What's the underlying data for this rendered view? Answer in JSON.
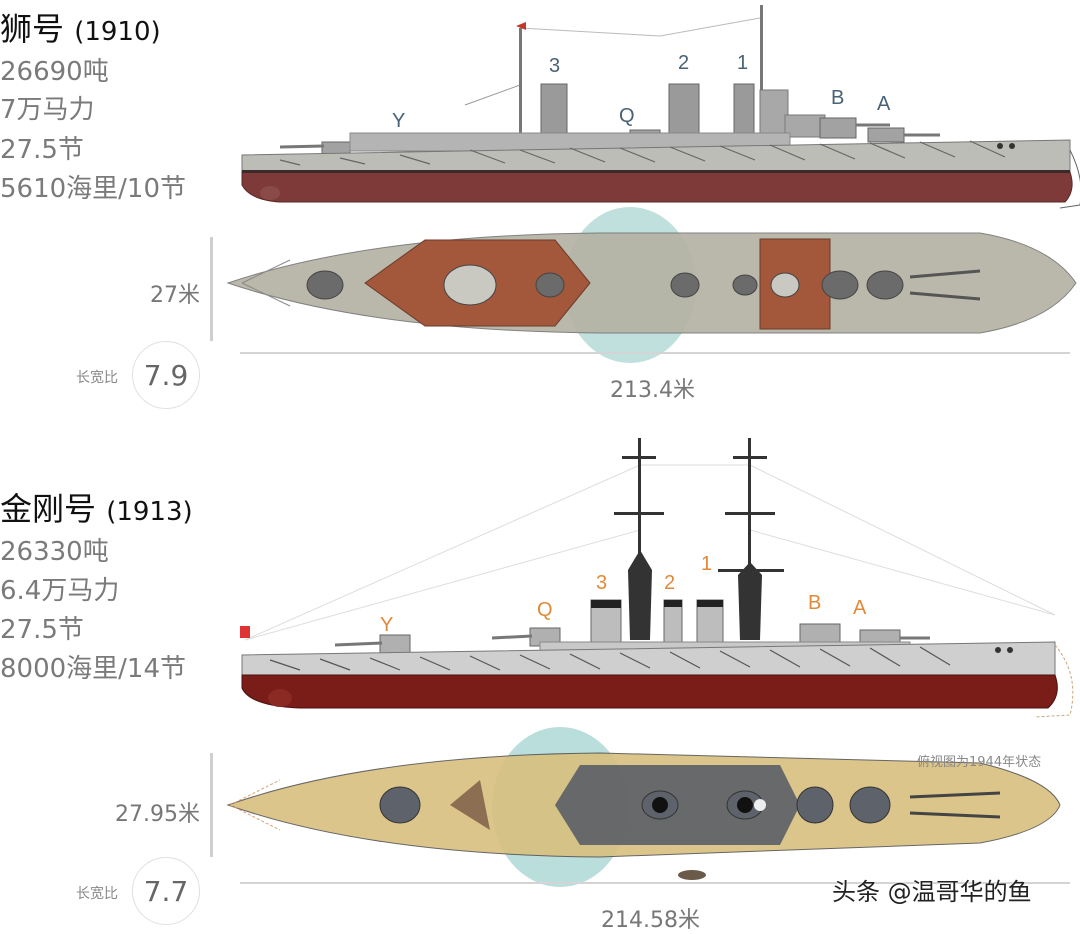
{
  "ships": [
    {
      "name": "狮号",
      "year": "(1910)",
      "specs": [
        "26690吨",
        "7万马力",
        "27.5节",
        "5610海里/10节"
      ],
      "beam": "27米",
      "length": "213.4米",
      "ratio_label": "长宽比",
      "ratio": "7.9",
      "turret_labels": [
        "Y",
        "3",
        "Q",
        "2",
        "1",
        "B",
        "A"
      ],
      "label_color": "#4a6275",
      "hull_color": "#7e3a38",
      "deck_color": "#bdbdb8"
    },
    {
      "name": "金刚号",
      "year": "(1913)",
      "specs": [
        "26330吨",
        "6.4万马力",
        "27.5节",
        "8000海里/14节"
      ],
      "beam": "27.95米",
      "length": "214.58米",
      "ratio_label": "长宽比",
      "ratio": "7.7",
      "turret_labels": [
        "Y",
        "Q",
        "3",
        "2",
        "1",
        "B",
        "A"
      ],
      "label_color": "#e08a3a",
      "hull_color": "#7a1c17",
      "deck_color": "#d9bf7e",
      "top_view_note": "俯视图为1944年状态"
    }
  ],
  "watermark": "头条 @温哥华的鱼",
  "colors": {
    "highlight_circle": "#a9d6d2",
    "divider": "#d4d4d4"
  }
}
